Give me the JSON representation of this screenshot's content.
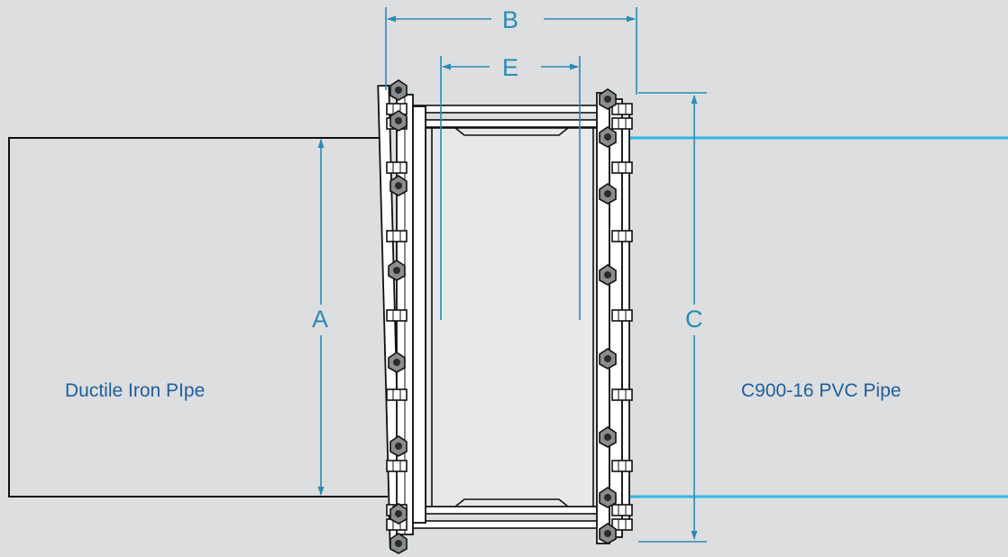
{
  "title": "",
  "colors": {
    "background": "#dcdedf",
    "dimension": "#2a8ab8",
    "pvc_pipe": "#31b8e6",
    "label_text": "#1f5f9e",
    "outline": "#111111"
  },
  "dimensions": {
    "a": "A",
    "b": "B",
    "c": "C",
    "e": "E"
  },
  "pipes": {
    "left": "Ductile Iron PIpe",
    "right": "C900-16 PVC Pipe"
  }
}
